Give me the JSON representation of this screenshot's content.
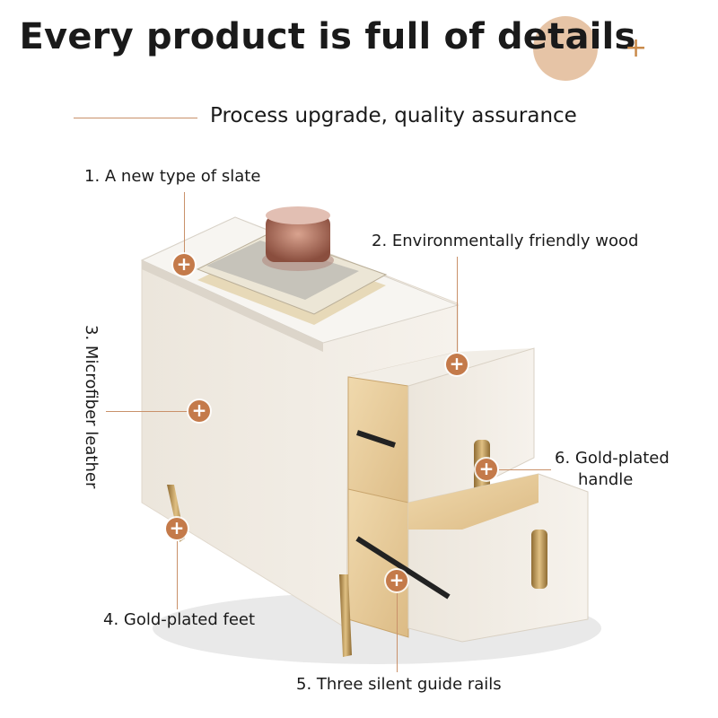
{
  "header": {
    "title": "Every product is full of details",
    "decor_plus": "+",
    "subtitle": "Process upgrade, quality assurance"
  },
  "features": [
    {
      "label": "1. A new type of slate"
    },
    {
      "label": "2. Environmentally friendly wood"
    },
    {
      "label": "3. Microfiber leather"
    },
    {
      "label": "4. Gold-plated feet"
    },
    {
      "label": "5. Three silent guide rails"
    },
    {
      "label_line1": "6. Gold-plated",
      "label_line2": "handle"
    }
  ],
  "hotspot_symbol": "+",
  "colors": {
    "accent": "#c47a4a",
    "leader_line": "#c9916a",
    "deco_circle": "#e6c4a6",
    "cabinet": "#f1ece4",
    "wood": "#e9cf9e",
    "gold": "#b9924f"
  }
}
